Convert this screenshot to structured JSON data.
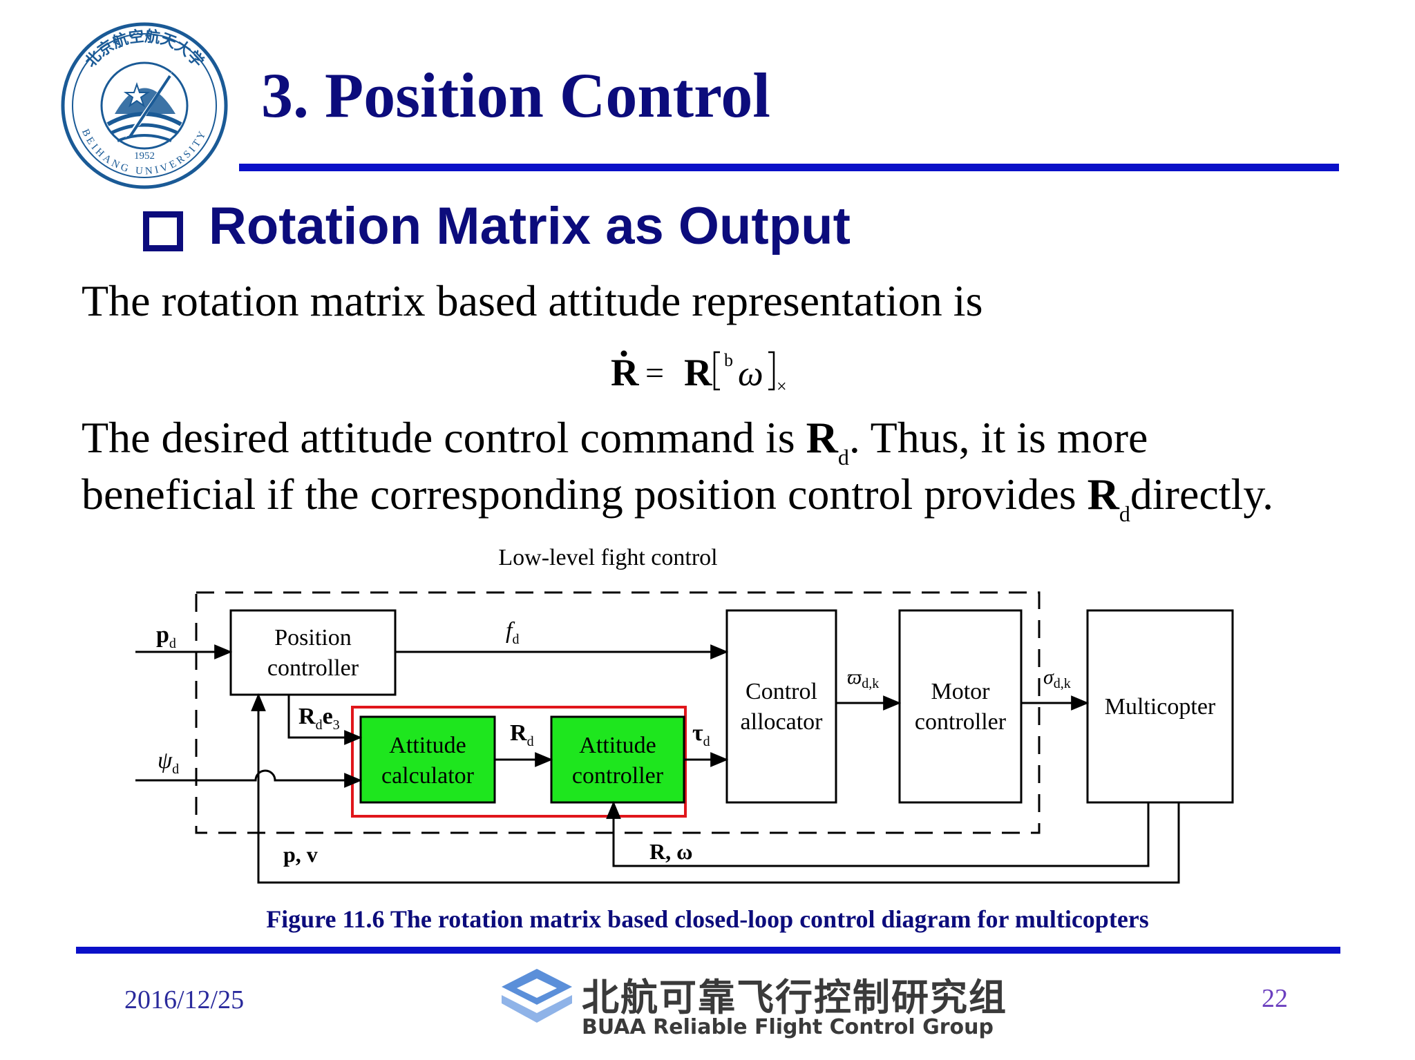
{
  "header": {
    "title": "3. Position Control",
    "logo": {
      "icon": "beihang-university-seal-icon",
      "year": "1952",
      "text_en": "BEIHANG UNIVERSITY",
      "text_cn": "北京航空航天大学"
    }
  },
  "section": {
    "heading": "Rotation Matrix as Output"
  },
  "body": {
    "line1": "The rotation matrix based attitude representation is",
    "equation": "Ṙ = R[ᵇω]×",
    "line2_part1": "The desired attitude control command is",
    "line2_symbol": "R",
    "line2_symbol_sub": "d",
    "line2_part2": ". Thus, it is more",
    "line3_part1": "beneficial if the corresponding position control provides",
    "line3_symbol": "R",
    "line3_symbol_sub": "d",
    "line3_part2": "directly."
  },
  "diagram": {
    "group_label": "Low-level fight control",
    "blocks": {
      "position_controller": [
        "Position",
        "controller"
      ],
      "attitude_calculator": [
        "Attitude",
        "calculator"
      ],
      "attitude_controller": [
        "Attitude",
        "controller"
      ],
      "control_allocator": [
        "Control",
        "allocator"
      ],
      "motor_controller": [
        "Motor",
        "controller"
      ],
      "multicopter": [
        "Multicopter"
      ]
    },
    "signals": {
      "p_d": {
        "main": "p",
        "sub": "d"
      },
      "psi_d": {
        "main": "ψ",
        "sub": "d"
      },
      "f_d": {
        "main": "f",
        "sub": "d"
      },
      "Rd_e3": {
        "main": "R",
        "sub": "d",
        "tail": "e",
        "tail_sub": "3"
      },
      "R_d": {
        "main": "R",
        "sub": "d"
      },
      "tau_d": {
        "main": "τ",
        "sub": "d"
      },
      "varpi_dk": {
        "main": "ϖ",
        "sub": "d,k"
      },
      "sigma_dk": {
        "main": "σ",
        "sub": "d,k"
      },
      "feedback_pv": "p, v",
      "feedback_Rw": "R, ω"
    },
    "colors": {
      "highlight_border": "#e0161b",
      "block_fill_green": "#1ee61e",
      "line": "#000000"
    }
  },
  "caption": "Figure 11.6 The rotation matrix based closed-loop control diagram for multicopters",
  "footer": {
    "date": "2016/12/25",
    "page_number": "22",
    "org_cn": "北航可靠飞行控制研究组",
    "org_en": "BUAA Reliable Flight Control Group",
    "org_icon": "buaa-rfcg-logo-icon"
  },
  "theme": {
    "title_color": "#0c0c7c",
    "rule_color": "#0a10c8"
  }
}
